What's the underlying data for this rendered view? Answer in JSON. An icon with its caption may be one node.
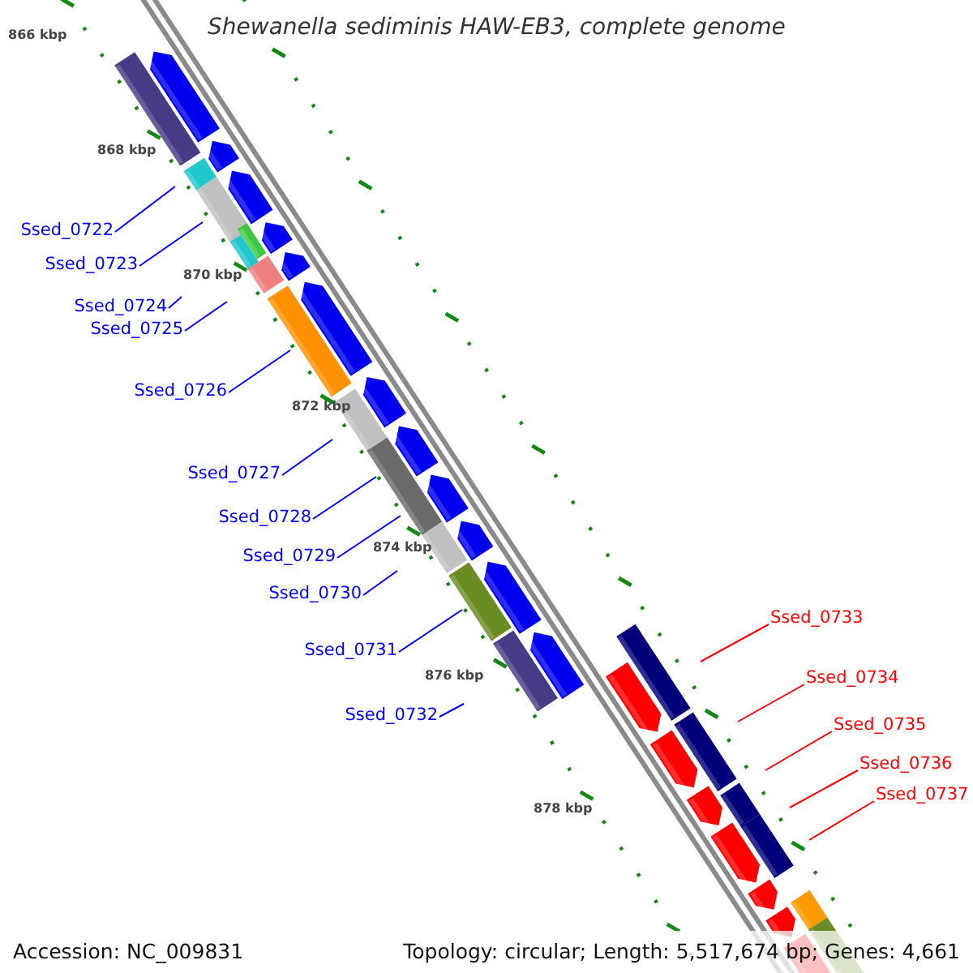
{
  "diagram": {
    "title": "Shewanella sediminis HAW-EB3, complete genome",
    "nodes": [
      {
        "text": [
          "Ssed_0722"
        ]
      },
      {
        "text": [
          "Ssed_0723"
        ]
      },
      {
        "text": [
          "Ssed_0724"
        ]
      },
      {
        "text": [
          "Ssed_0725"
        ]
      },
      {
        "text": [
          "Ssed_0726"
        ]
      },
      {
        "text": [
          "Ssed_0727"
        ]
      },
      {
        "text": [
          "Ssed_0728"
        ]
      },
      {
        "text": [
          "Ssed_0729"
        ]
      },
      {
        "text": [
          "Ssed_0730"
        ]
      },
      {
        "text": [
          "Ssed_0731"
        ]
      },
      {
        "text": [
          "Ssed_0732"
        ]
      },
      {
        "text": [
          "Ssed_0733"
        ]
      },
      {
        "text": [
          "Ssed_0734"
        ]
      },
      {
        "text": [
          "Ssed_0735"
        ]
      },
      {
        "text": [
          "Ssed_0736"
        ]
      },
      {
        "text": [
          "Ssed_0737"
        ]
      }
    ],
    "edges": [
      {
        "from": 0,
        "to": null,
        "arrow": "none"
      },
      {
        "from": 1,
        "to": null,
        "arrow": "none"
      },
      {
        "from": 2,
        "to": null,
        "arrow": "none"
      },
      {
        "from": 3,
        "to": null,
        "arrow": "none"
      },
      {
        "from": 4,
        "to": null,
        "arrow": "none"
      },
      {
        "from": 5,
        "to": null,
        "arrow": "none"
      },
      {
        "from": 6,
        "to": null,
        "arrow": "none"
      },
      {
        "from": 7,
        "to": null,
        "arrow": "none"
      },
      {
        "from": 8,
        "to": null,
        "arrow": "none"
      },
      {
        "from": 9,
        "to": null,
        "arrow": "none"
      },
      {
        "from": 10,
        "to": null,
        "arrow": "none"
      },
      {
        "from": 11,
        "to": null,
        "arrow": "none",
        "color": "#ff0000"
      },
      {
        "from": 12,
        "to": null,
        "arrow": "none",
        "color": "#ff0000"
      },
      {
        "from": 13,
        "to": null,
        "arrow": "none",
        "color": "#ff0000"
      },
      {
        "from": 14,
        "to": null,
        "arrow": "none",
        "color": "#ff0000"
      },
      {
        "from": 15,
        "to": null,
        "arrow": "none",
        "color": "#ff0000"
      }
    ],
    "labels": [
      "866 kbp",
      "868 kbp",
      "870 kbp",
      "872 kbp",
      "874 kbp",
      "876 kbp",
      "878 kbp",
      "Accession: NC_009831",
      "Topology: circular; Length: 5,517,674 bp; Genes: 4,661"
    ]
  }
}
